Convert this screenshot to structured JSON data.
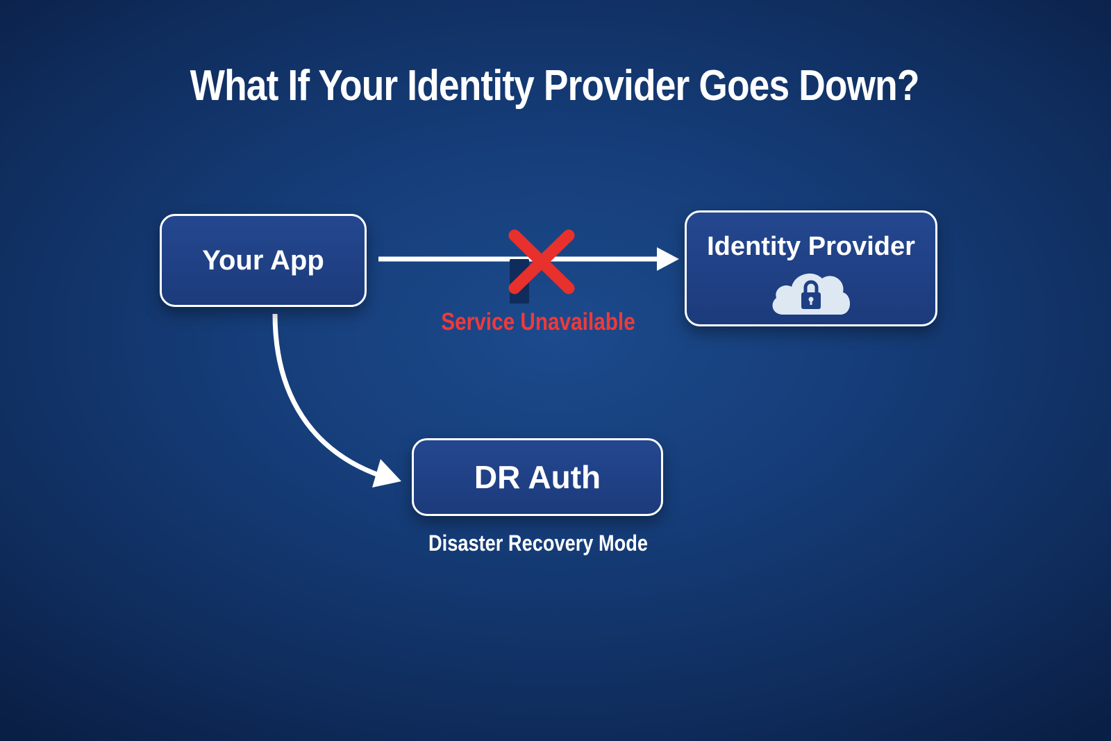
{
  "title": "What If Your Identity Provider Goes Down?",
  "nodes": {
    "app": {
      "label": "Your App"
    },
    "idp": {
      "label": "Identity Provider",
      "icon": "cloud-lock-icon"
    },
    "dr": {
      "label": "DR Auth",
      "caption": "Disaster Recovery Mode"
    }
  },
  "edges": {
    "app_to_idp": {
      "label": "Service Unavailable",
      "status": "failed",
      "marker_icon": "x-mark-icon"
    },
    "app_to_dr": {
      "label": ""
    }
  },
  "colors": {
    "background": "#153c77",
    "node_fill": "#1f418a",
    "node_border": "#ffffff",
    "error": "#ef3a3a",
    "cloud": "#dde8f3"
  }
}
